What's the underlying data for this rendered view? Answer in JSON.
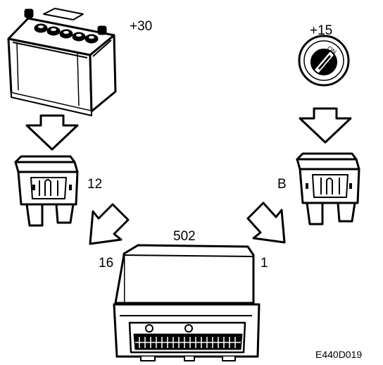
{
  "diagram": {
    "labels": {
      "battery_terminal": "+30",
      "ignition_terminal": "+15",
      "ignition_switch_mark": "ON",
      "left_fuse": "12",
      "right_fuse": "B",
      "control_unit": "502",
      "left_pin": "16",
      "right_pin": "1",
      "figure_code": "E440D019"
    },
    "icons": [
      "battery-icon",
      "ignition-switch-icon",
      "fuse-icon",
      "down-arrow-icon",
      "diagonal-arrow-icon",
      "control-unit-icon"
    ],
    "colors": {
      "line": "#000000",
      "background": "#ffffff",
      "shade": "#d9d9d9"
    }
  }
}
